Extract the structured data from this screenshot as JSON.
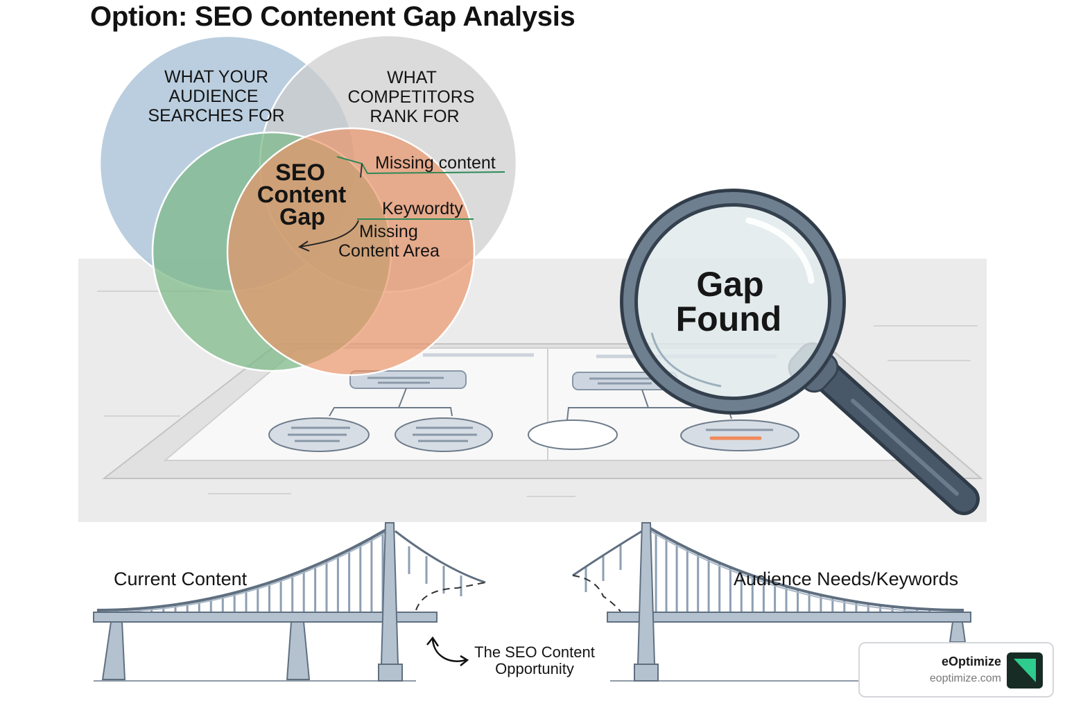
{
  "title": "Option: SEO Contenent Gap Analysis",
  "venn": {
    "audience_lines": [
      "WHAT YOUR",
      "AUDIENCE",
      "SEARCHES FOR"
    ],
    "competitor_lines": [
      "WHAT",
      "COMPETITORS",
      "RANK FOR"
    ],
    "center_lines": [
      "SEO",
      "Content",
      "Gap"
    ],
    "callout_missing_content": "Missing content",
    "callout_keyword": "Keywordty",
    "callout_area_lines": [
      "Missing",
      "Content Area"
    ]
  },
  "magnifier_lines": [
    "Gap",
    "Found"
  ],
  "bridge": {
    "left_label": "Current Content",
    "right_label": "Audience Needs/Keywords",
    "opportunity_lines": [
      "The SEO Content",
      "Opportunity"
    ]
  },
  "brand": {
    "name": "eOptimize",
    "url": "eoptimize.com"
  },
  "colors": {
    "audience_circle": "#a7c0d6",
    "competitor_circle": "#cfcfcf",
    "green_circle": "#7fb889",
    "orange_circle": "#ec9a72",
    "bridge_steel": "#a9b7c6",
    "bridge_outline": "#5f6f80",
    "magnifier_rim": "#5b6a7b",
    "highlight": "#f08a5d",
    "logo_bg": "#172c25",
    "logo_mark": "#2ecc8f"
  },
  "icons": {
    "logo": "eoptimize-logo-icon",
    "magnifier": "magnifying-glass-icon"
  }
}
